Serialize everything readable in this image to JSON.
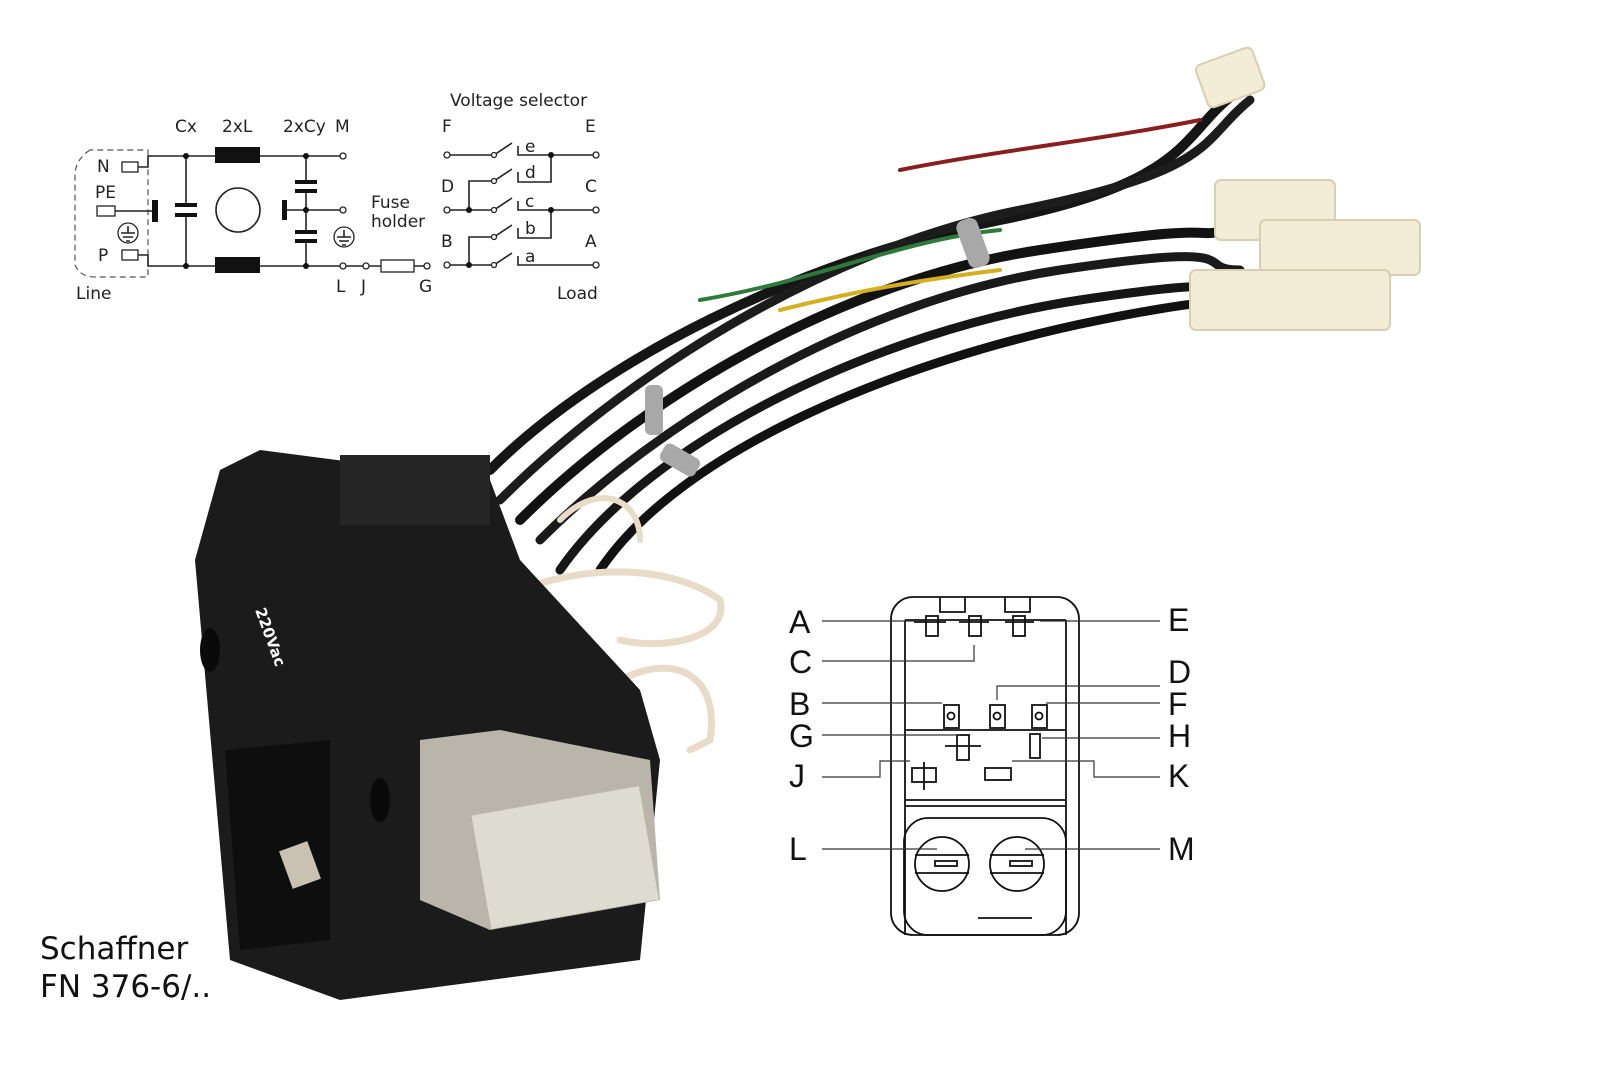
{
  "schematic": {
    "labels": {
      "cx": "Cx",
      "l": "2xL",
      "cy": "2xCy",
      "m": "M",
      "n": "N",
      "pe": "PE",
      "p": "P",
      "line": "Line",
      "fuse1": "Fuse",
      "fuse2": "holder",
      "lt": "L",
      "j": "J",
      "g": "G"
    },
    "selector": {
      "title": "Voltage selector",
      "f": "F",
      "e": "E",
      "d": "D",
      "c": "C",
      "b": "B",
      "a": "A",
      "load": "Load",
      "sw_e": "e",
      "sw_d": "d",
      "sw_c": "c",
      "sw_b": "b",
      "sw_a": "a"
    }
  },
  "photo": {
    "voltage_label": "220Vac"
  },
  "pinout": {
    "left": [
      "A",
      "C",
      "B",
      "G",
      "J",
      "L"
    ],
    "right": [
      "E",
      "D",
      "F",
      "H",
      "K",
      "M"
    ]
  },
  "caption": {
    "line1": "Schaffner",
    "line2": "FN 376-6/.."
  }
}
